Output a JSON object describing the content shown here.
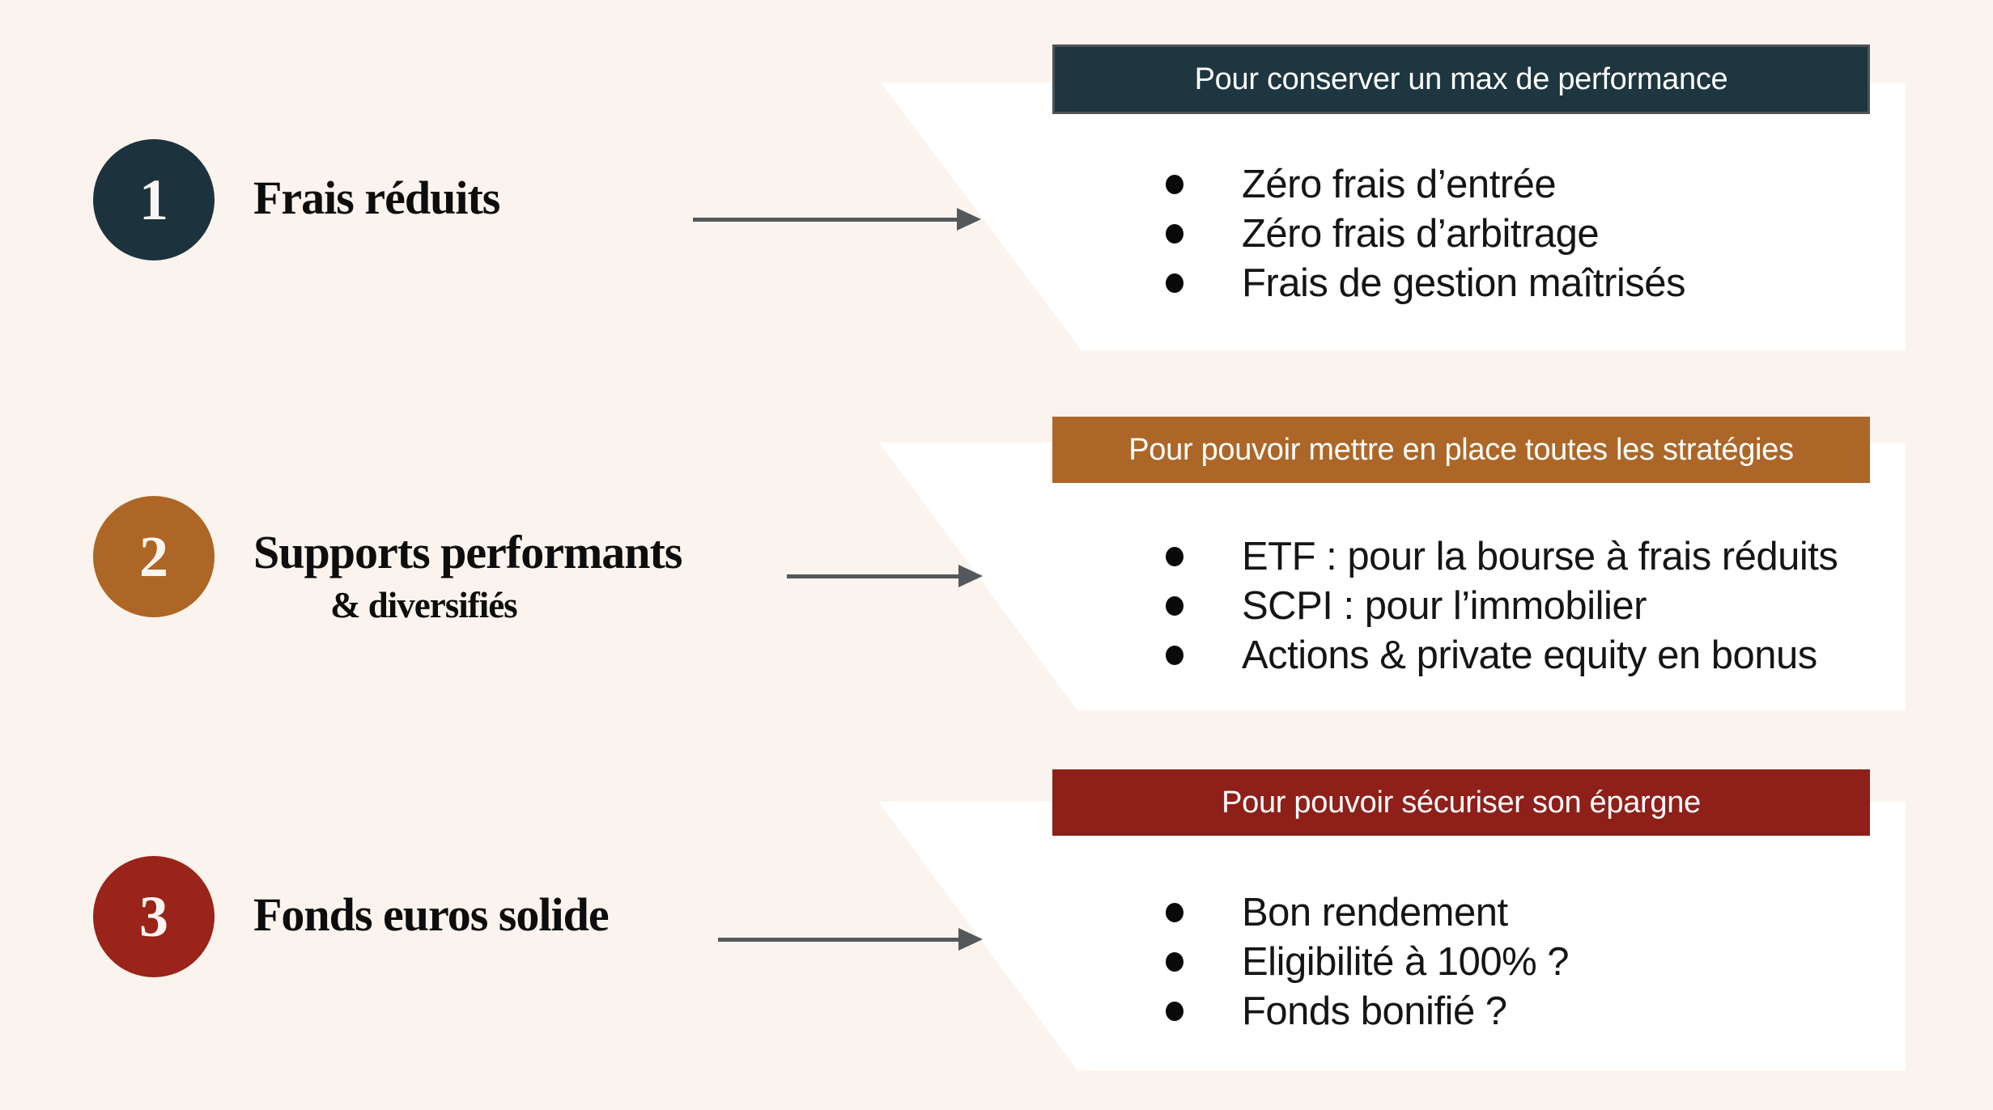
{
  "page": {
    "background": "#fbf4ee",
    "panel_background": "#ffffff",
    "arrow_color": "#55585b",
    "bullet_text_color": "#151515",
    "title_text_color": "#0d0d0d"
  },
  "icons": {
    "connector": "arrow-right-icon",
    "list_marker": "filled-circle-bullet"
  },
  "sections": [
    {
      "number": "1",
      "title": "Frais réduits",
      "subtitle": "",
      "header": "Pour conserver un max de performance",
      "bullets": [
        "Zéro frais d’entrée",
        "Zéro frais d’arbitrage",
        "Frais de gestion maîtrisés"
      ],
      "colors": {
        "circle": "#1c333d",
        "header_bg": "#1d3640",
        "header_border": "#4e5357",
        "header_text": "#ffffff"
      }
    },
    {
      "number": "2",
      "title": "Supports performants",
      "subtitle": "& diversifiés",
      "header": "Pour pouvoir mettre en place toutes les stratégies",
      "bullets": [
        "ETF : pour la bourse à frais réduits",
        "SCPI : pour l’immobilier",
        "Actions & private equity en bonus"
      ],
      "colors": {
        "circle": "#ad6625",
        "header_bg": "#ac6728",
        "header_border": "transparent",
        "header_text": "#ffffff"
      }
    },
    {
      "number": "3",
      "title": "Fonds euros solide",
      "subtitle": "",
      "header": "Pour pouvoir sécuriser son épargne",
      "bullets": [
        "Bon rendement",
        "Eligibilité à 100% ?",
        "Fonds bonifié ?"
      ],
      "colors": {
        "circle": "#9a231a",
        "header_bg": "#8e2019",
        "header_border": "transparent",
        "header_text": "#ffffff"
      }
    }
  ]
}
